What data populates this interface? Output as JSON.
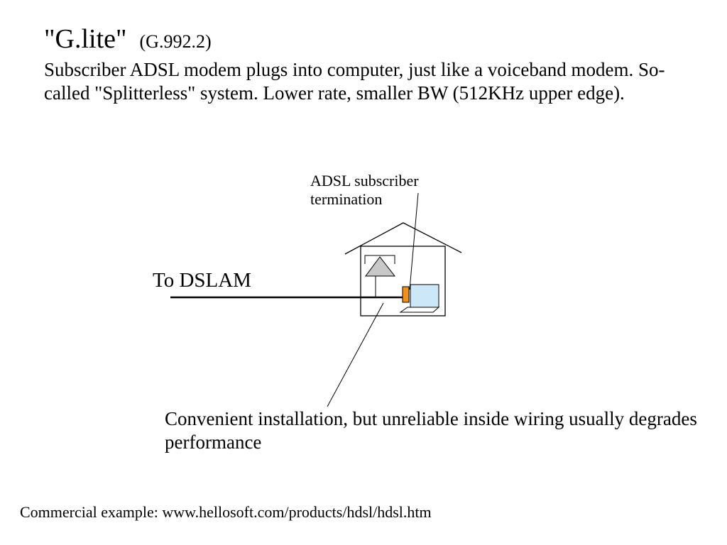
{
  "title": {
    "main": "\"G.lite\"",
    "standard": "(G.992.2)"
  },
  "description": "Subscriber ADSL modem plugs into computer, just like a voiceband modem.  So-called \"Splitterless\" system.  Lower rate, smaller BW (512KHz upper edge).",
  "diagram": {
    "callout_termination": "ADSL subscriber termination",
    "label_dslam": "To DSLAM",
    "callout_wiring": "Convenient installation, but unreliable inside wiring usually degrades performance",
    "colors": {
      "modem": "#f0901e",
      "computer_screen": "#cce8f8",
      "phone": "#c8c8c8",
      "line": "#000000"
    }
  },
  "footer": {
    "example": "Commercial example: www.hellosoft.com/products/hdsl/hdsl.htm"
  }
}
